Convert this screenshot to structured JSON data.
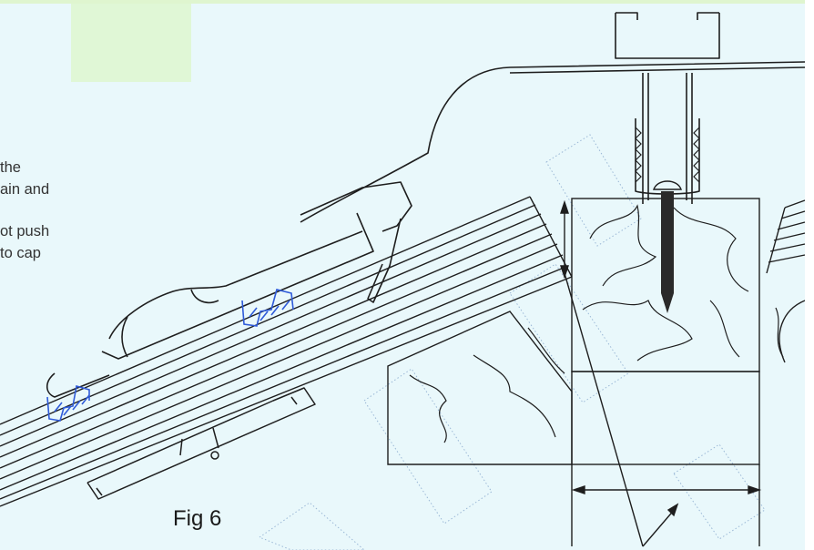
{
  "colors": {
    "background": "#e9f8fb",
    "top_band": "#dff5cf",
    "highlight_box": "#e0f7d6",
    "line": "#1e1e1e",
    "clip_blue": "#2f5bd9",
    "watermark": "#9bb8d6"
  },
  "note": {
    "lines": [
      "the",
      "ain and",
      "ot push",
      "to cap"
    ]
  },
  "figure": {
    "label": "Fig 6"
  }
}
